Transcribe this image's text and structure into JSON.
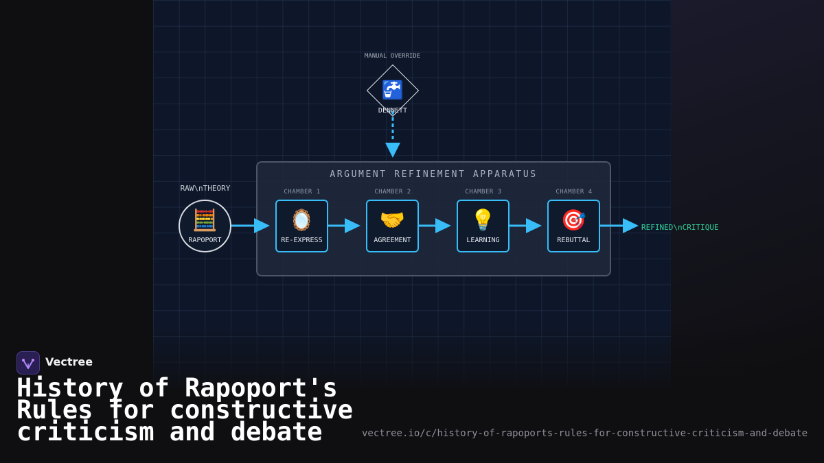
{
  "brand": {
    "name": "Vectree"
  },
  "page": {
    "title": "History of Rapoport's Rules for constructive criticism and debate",
    "url": "vectree.io/c/history-of-rapoports-rules-for-constructive-criticism-and-debate"
  },
  "colors": {
    "accent": "#38bdf8",
    "output_text": "#34d399",
    "panel_bg": "#0e172a",
    "apparatus_border": "#4b5666"
  },
  "diagram": {
    "override": {
      "caption": "MANUAL OVERRIDE",
      "icon": "🚰",
      "label": "DENNETT"
    },
    "input": {
      "caption": "RAW\\nTHEORY",
      "icon": "🧮",
      "label": "RAPOPORT"
    },
    "apparatus": {
      "title": "ARGUMENT REFINEMENT APPARATUS"
    },
    "chambers": [
      {
        "caption": "CHAMBER 1",
        "icon": "🪞",
        "label": "RE-EXPRESS"
      },
      {
        "caption": "CHAMBER 2",
        "icon": "🤝",
        "label": "AGREEMENT"
      },
      {
        "caption": "CHAMBER 3",
        "icon": "💡",
        "label": "LEARNING"
      },
      {
        "caption": "CHAMBER 4",
        "icon": "🎯",
        "label": "REBUTTAL"
      }
    ],
    "output": {
      "label": "REFINED\\nCRITIQUE"
    }
  }
}
